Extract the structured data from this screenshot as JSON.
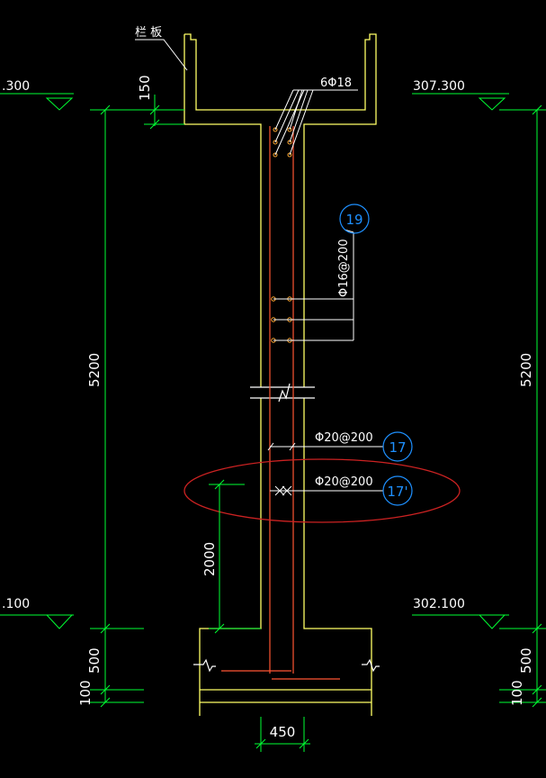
{
  "colors": {
    "background": "#000000",
    "concrete": "#ffff66",
    "rebar_long": "#ff5533",
    "rebar_stirrup": "#ffffff",
    "dimension": "#00ff33",
    "bubble": "#1e90ff",
    "highlight": "#cc2222",
    "rebar_dot": "#ffaa33"
  },
  "labels": {
    "top_note": "栏 板",
    "top_rebar": "6Φ18",
    "vertical_rebar": "Φ16@200",
    "bar_17": "Φ20@200",
    "bar_17p": "Φ20@200"
  },
  "bubbles": {
    "b19": "19",
    "b17": "17",
    "b17p": "17'"
  },
  "elevations": {
    "left_top": ".300",
    "right_top": "307.300",
    "left_bottom": ".100",
    "right_bottom": "302.100"
  },
  "dimensions": {
    "slab_thickness": "150",
    "wall_height_left": "5200",
    "wall_height_right": "5200",
    "anchor_length": "2000",
    "footing_left": "500",
    "footing_right": "500",
    "base_left": "100",
    "base_right": "100",
    "wall_width": "450"
  }
}
